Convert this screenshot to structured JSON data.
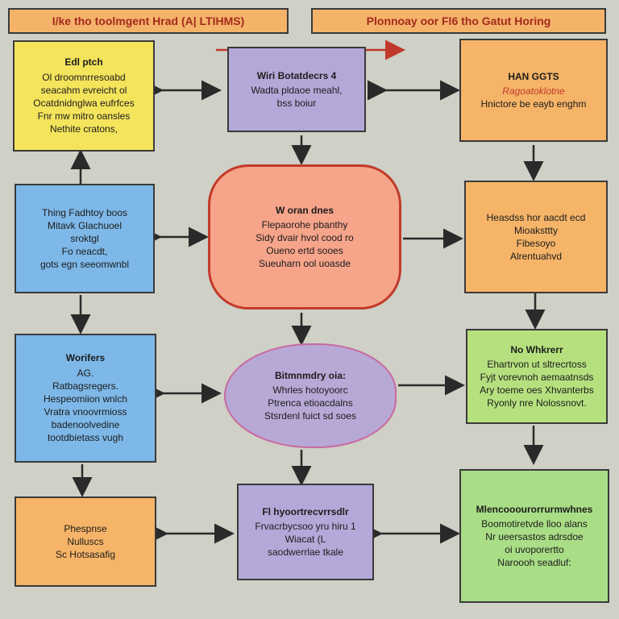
{
  "banners": {
    "left": "I/ke tho toolmgent  Hrad (A| LTIHMS)",
    "right": "Plonnoay oor Fl6 tho Gatut Horing"
  },
  "boxes": {
    "yellow_tl": [
      "Edl ptch",
      "Ol droomnrresoabd",
      "seacahm evreicht ol",
      "Ocatdnidnglwa eufrfces",
      "Fnr mw mitro oansles",
      "Nethite cratons,"
    ],
    "purple_top": [
      "Wiri Botatdecrs 4",
      "Wadta pldaoe meahl,",
      "bss boiur"
    ],
    "orange_tr": [
      "HAN GGTS",
      "Ragoatoklotne",
      "Hnictore be eayb enghm"
    ],
    "blue_l1": [
      "Thing Fadhtoy boos",
      "Mitavk Glachuoel",
      "sroktgl",
      "Fo neacdt,",
      "gots egn seeomwnbl"
    ],
    "salmon_center": [
      "W oran dnes",
      "Flepaorohe pbanthy",
      "Sidy dvair hvol cood ro",
      "Oueno ertd sooes",
      "Sueuharn ool uoasde"
    ],
    "orange_r2": [
      "Heasdss hor aacdt ecd",
      "Mioaksttty",
      "Fibesoyo",
      "Alrentuahvd"
    ],
    "blue_l2": [
      "Worifers",
      "AG.",
      "Ratbagsregers.",
      "Hespeomiion wnlch",
      "Vratra vnoovrmioss",
      "badenoolvedine",
      "tootdbietass vugh"
    ],
    "ellipse_center": [
      "Bitmnmdry oia:",
      "Whrles hotoyoorc",
      "Ptrenca etioacdalns",
      "Stsrdenl fuict sd soes"
    ],
    "green_r3": [
      "No Whkrerr",
      "Ehartrvon ut sltrecrtoss",
      "Fyjt vorevnoh aemaatnsds",
      "Ary toeme oes Xhvanterbs",
      "Ryonly nre Nolossnovt."
    ],
    "orange_bl": [
      "Phespnse",
      "Nulluscs",
      "Sc Hotsasafig"
    ],
    "purple_bottom": [
      "Fl hyoortrecvrrsdlr",
      "Frvacrbycsoo yru hiru 1",
      "Wiacat (L",
      "saodwerrlae tkale"
    ],
    "green_br": [
      "Mlencooourorrurmwhnes",
      "Boomotiretvde lloo alans",
      "Nr ueersastos adrsdoe",
      "oi uvoporertto",
      "Naroooh seadluf:"
    ]
  }
}
